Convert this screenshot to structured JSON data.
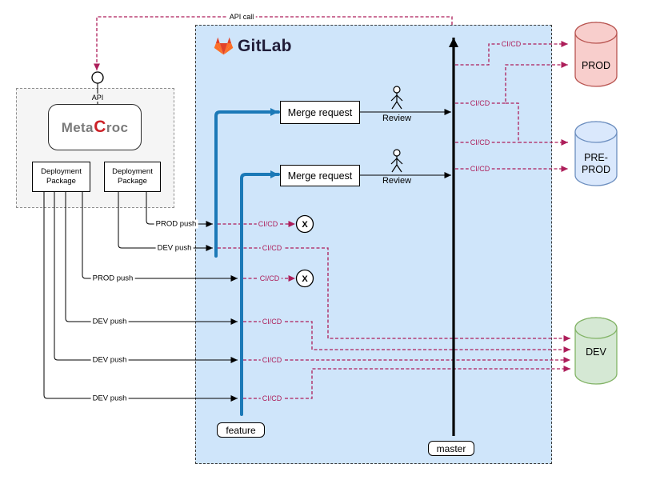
{
  "header": {
    "gitlab_title": "GitLab"
  },
  "api": {
    "call_label": "API call",
    "interface_label": "API"
  },
  "metacroc": {
    "prefix": "Meta",
    "c": "C",
    "suffix": "roc"
  },
  "deployment_package": {
    "line1": "Deployment",
    "line2": "Package"
  },
  "push_labels": [
    "PROD push",
    "DEV push",
    "PROD push",
    "DEV push",
    "DEV push",
    "DEV push"
  ],
  "cicd_label": "CI/CD",
  "merge_request_label": "Merge request",
  "review_label": "Review",
  "pipeline_fail_label": "X",
  "branch_labels": {
    "feature": "feature",
    "master": "master"
  },
  "environments": [
    "PROD",
    "PRE-PROD",
    "DEV"
  ],
  "colors": {
    "cicd_magenta": "#ad1e5a",
    "branch_blue": "#1b79b7",
    "gitlab_box_fill": "#cfe5fa",
    "gray_box_fill": "#f5f5f5",
    "prod_fill": "#f8cecc",
    "prod_stroke": "#b85450",
    "preprod_fill": "#dae8fc",
    "preprod_stroke": "#6c8ebf",
    "dev_fill": "#d5e8d4",
    "dev_stroke": "#82b366",
    "gitlab_orange": "#fc6d26"
  }
}
